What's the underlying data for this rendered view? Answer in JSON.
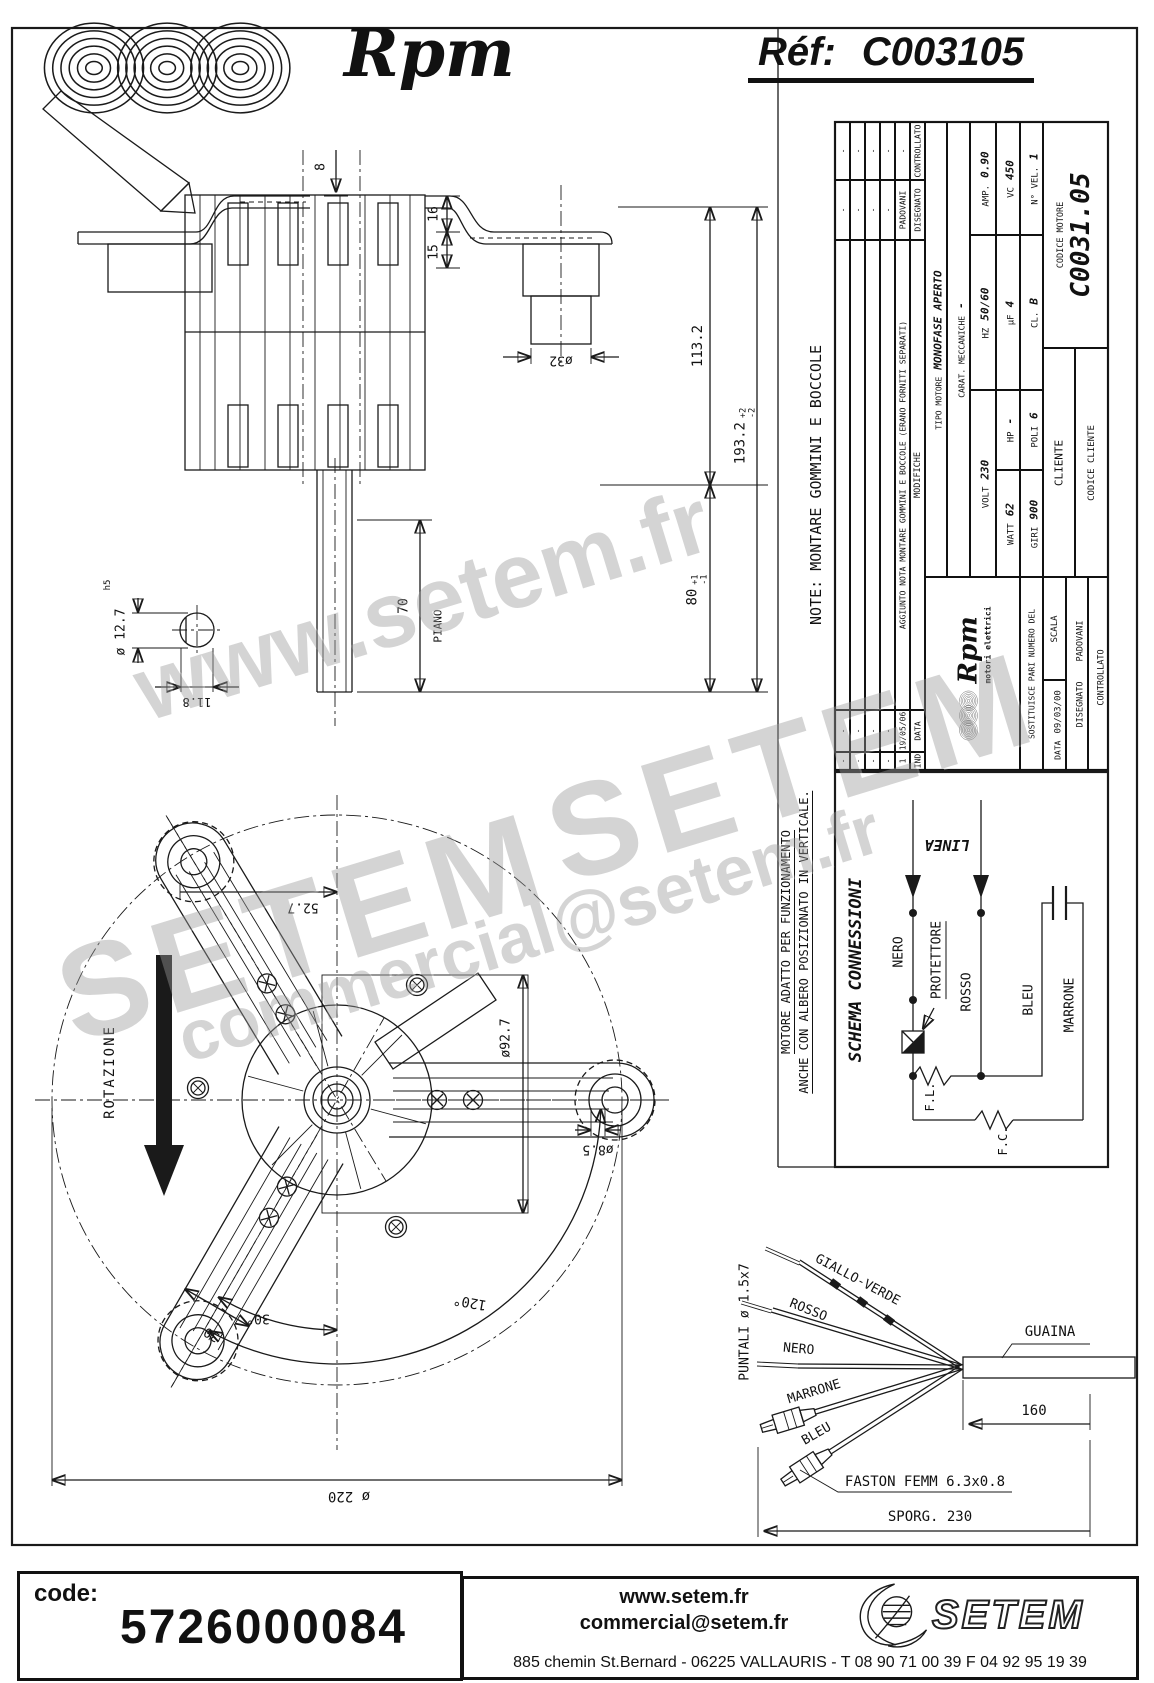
{
  "colors": {
    "ink": "#1a1a1a",
    "paper": "#ffffff",
    "watermark": "#9a9a9a"
  },
  "header": {
    "brand": "Rpm",
    "ref_label": "Réf:",
    "ref_value": "C003105"
  },
  "notes": {
    "note_main": "NOTE: MONTARE GOMMINI E BOCCOLE",
    "vert1": "MOTORE ADATTO PER FUNZIONAMENTO",
    "vert2": "ANCHE CON ALBERO POSIZIONATO IN VERTICALE."
  },
  "side_view": {
    "d8": "8",
    "d16": "16",
    "d15": "15",
    "d32": "ø32",
    "d113": "113.2",
    "d193": "193.2",
    "d193p": "+2",
    "d193m": "-2",
    "d80": "80",
    "d80p": "+1",
    "d80m": "-1",
    "d70": "70",
    "piano": "PIANO",
    "shaft_dia": "ø 12.7",
    "shaft_fit": "h5",
    "flat": "11.8"
  },
  "fan_view": {
    "rotazione": "ROTAZIONE",
    "d527": "52.7",
    "d927": "ø92.7",
    "a30": "30°",
    "a120": "120°",
    "d30": "30",
    "d85": "ø8.5",
    "d220": "ø 220"
  },
  "cable": {
    "puntali": "PUNTALI  ø 1.5x7",
    "giallo": "GIALLO-VERDE",
    "rosso": "ROSSO",
    "nero": "NERO",
    "marrone": "MARRONE",
    "bleu": "BLEU",
    "guaina": "GUAINA",
    "d160": "160",
    "faston": "FASTON FEMM 6.3x0.8",
    "sporg": "SPORG. 230"
  },
  "schematic": {
    "title": "SCHEMA CONNESSIONI",
    "linea": "LINEA",
    "nero": "NERO",
    "protettore": "PROTETTORE",
    "rosso": "ROSSO",
    "bleu": "BLEU",
    "marrone": "MARRONE",
    "fl": "F.L.",
    "fc": "F.C."
  },
  "titleblock": {
    "headers": {
      "controllato": "CONTROLLATO",
      "disegnato": "DISEGNATO",
      "modifiche": "MODIFICHE",
      "data": "DATA",
      "ind": "IND"
    },
    "revisions": [
      {
        "ind": "-",
        "data": "-",
        "modifiche": "",
        "disegnato": "-",
        "controllato": "-"
      },
      {
        "ind": "-",
        "data": "-",
        "modifiche": "",
        "disegnato": "-",
        "controllato": "-"
      },
      {
        "ind": "-",
        "data": "-",
        "modifiche": "",
        "disegnato": "-",
        "controllato": "-"
      },
      {
        "ind": "-",
        "data": "-",
        "modifiche": "",
        "disegnato": "-",
        "controllato": "-"
      },
      {
        "ind": "1",
        "data": "19/05/06",
        "modifiche": "AGGIUNTO NOTA MONTARE GOMMINI E BOCCOLE (ERANO FORNITI SEPARATI)",
        "disegnato": "PADOVANI",
        "controllato": "-"
      }
    ],
    "tipo_label": "TIPO MOTORE",
    "tipo_value": "MONOFASE APERTO",
    "carat_label": "CARAT. MECCANICHE",
    "carat_value": "-",
    "specs": {
      "volt_label": "VOLT",
      "volt": "230",
      "hz_label": "HZ",
      "hz": "50/60",
      "amp_label": "AMP.",
      "amp": "0.90",
      "watt_label": "WATT",
      "watt": "62",
      "uf_label": "µF",
      "uf": "4",
      "vc_label": "VC",
      "vc": "450",
      "giri_label": "GIRI",
      "giri": "900",
      "hp_label": "HP",
      "hp": "-",
      "poli_label": "POLI",
      "poli": "6",
      "cl_label": "CL.",
      "cl": "B",
      "nvel_label": "N° VEL.",
      "nvel": "1"
    },
    "cliente_label": "CLIENTE",
    "codice_cliente_label": "CODICE CLIENTE",
    "codice_motore_label": "CODICE MOTORE",
    "codice_motore": "C0031.05",
    "logo_brand": "Rpm",
    "logo_sub": "motori elettrici",
    "sostituisce": "SOSTITUISCE PARI NUMERO DEL",
    "data_label": "DATA",
    "data_value": "09/03/00",
    "scala_label": "SCALA",
    "disegnato_label": "DISEGNATO",
    "disegnato_value": "PADOVANI",
    "controllato_label": "CONTROLLATO",
    "controllato_value": ""
  },
  "watermarks": {
    "wm_site": "www.setem.fr",
    "wm_brand": "SETEM",
    "wm_email": "commercial@setem.fr"
  },
  "footer": {
    "code_label": "code:",
    "code_value": "5726000084",
    "site": "www.setem.fr",
    "email": "commercial@setem.fr",
    "brand": "SETEM",
    "address": "885 chemin St.Bernard  -  06225 VALLAURIS  -  T 08 90 71 00 39   F 04 92 95 19 39"
  }
}
